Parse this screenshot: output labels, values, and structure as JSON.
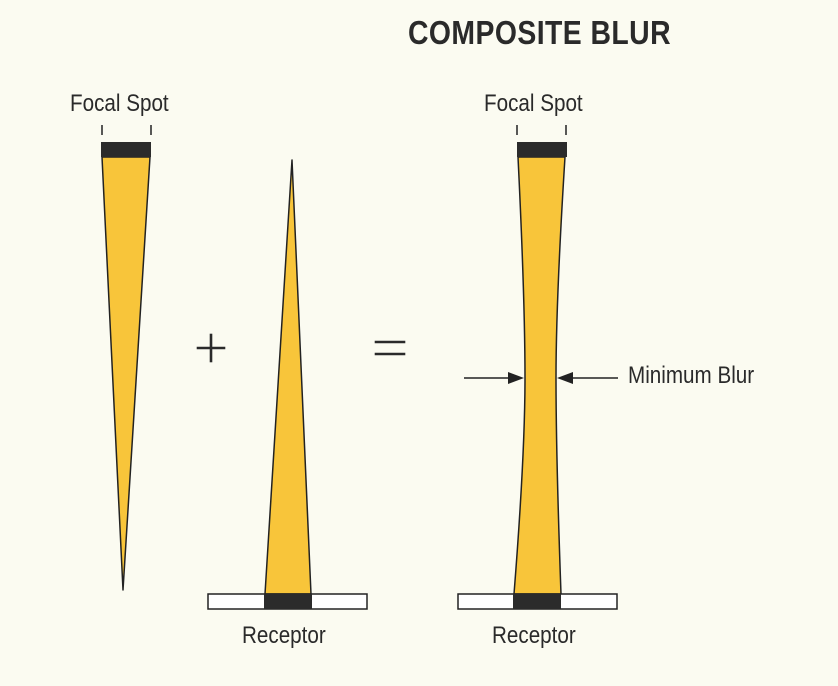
{
  "title": "COMPOSITE BLUR",
  "labels": {
    "focal_spot_left": "Focal Spot",
    "focal_spot_right": "Focal Spot",
    "receptor_middle": "Receptor",
    "receptor_right": "Receptor",
    "minimum_blur": "Minimum Blur",
    "plus_sign": "+",
    "equals_sign": "="
  },
  "colors": {
    "background": "#fbfbf1",
    "blur_fill": "#f8c53a",
    "focal_spot": "#2b2b2b",
    "outline": "#222222",
    "text": "#2a2a2a"
  }
}
